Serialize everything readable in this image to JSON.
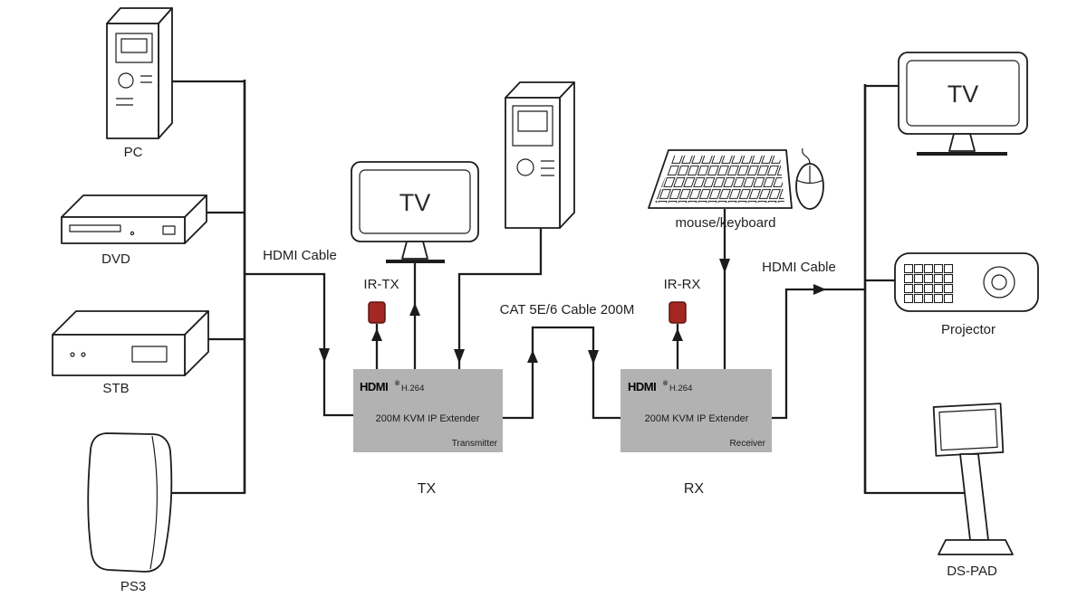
{
  "diagram": {
    "sources": {
      "pc": "PC",
      "dvd": "DVD",
      "stb": "STB",
      "ps3": "PS3"
    },
    "cables": {
      "hdmi_left": "HDMI Cable",
      "cat": "CAT 5E/6 Cable 200M",
      "hdmi_right": "HDMI Cable"
    },
    "ir": {
      "tx": "IR-TX",
      "rx": "IR-RX"
    },
    "displays": {
      "tv_local": "TV",
      "tv_remote": "TV",
      "projector": "Projector",
      "ds_pad": "DS-PAD"
    },
    "peripherals": {
      "mouse_keyboard": "mouse/keyboard"
    },
    "transmitter": {
      "logo": "HDMI",
      "logo_mark": "®",
      "codec": "H.264",
      "product": "200M KVM IP Extender",
      "role": "Transmitter",
      "label": "TX"
    },
    "receiver": {
      "logo": "HDMI",
      "logo_mark": "®",
      "codec": "H.264",
      "product": "200M KVM IP Extender",
      "role": "Receiver",
      "label": "RX"
    },
    "colors": {
      "line": "#1c1c1c",
      "box_fill": "#b2b2b2",
      "ir_fill": "#a32723",
      "ir_stroke": "#5f1310",
      "background": "#ffffff"
    }
  }
}
